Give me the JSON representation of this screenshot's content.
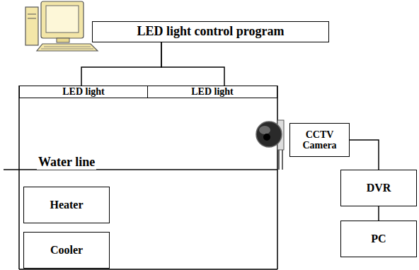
{
  "diagram": {
    "nodes": [
      {
        "text": [
          "LED light control program"
        ]
      },
      {
        "text": [
          "LED light"
        ]
      },
      {
        "text": [
          "LED light"
        ]
      },
      {
        "text": [
          "CCTV Camera"
        ]
      },
      {
        "text": [
          "Heater"
        ]
      },
      {
        "text": [
          "Cooler"
        ]
      },
      {
        "text": [
          "DVR"
        ]
      },
      {
        "text": [
          "PC"
        ]
      }
    ],
    "edges": [
      {
        "from": 0,
        "to": 1,
        "arrow": "none"
      },
      {
        "from": 0,
        "to": 2,
        "arrow": "none"
      },
      {
        "from": 3,
        "to": 6,
        "arrow": "none"
      },
      {
        "from": 6,
        "to": 7,
        "arrow": "none"
      }
    ],
    "labels": [
      "Water line"
    ]
  }
}
